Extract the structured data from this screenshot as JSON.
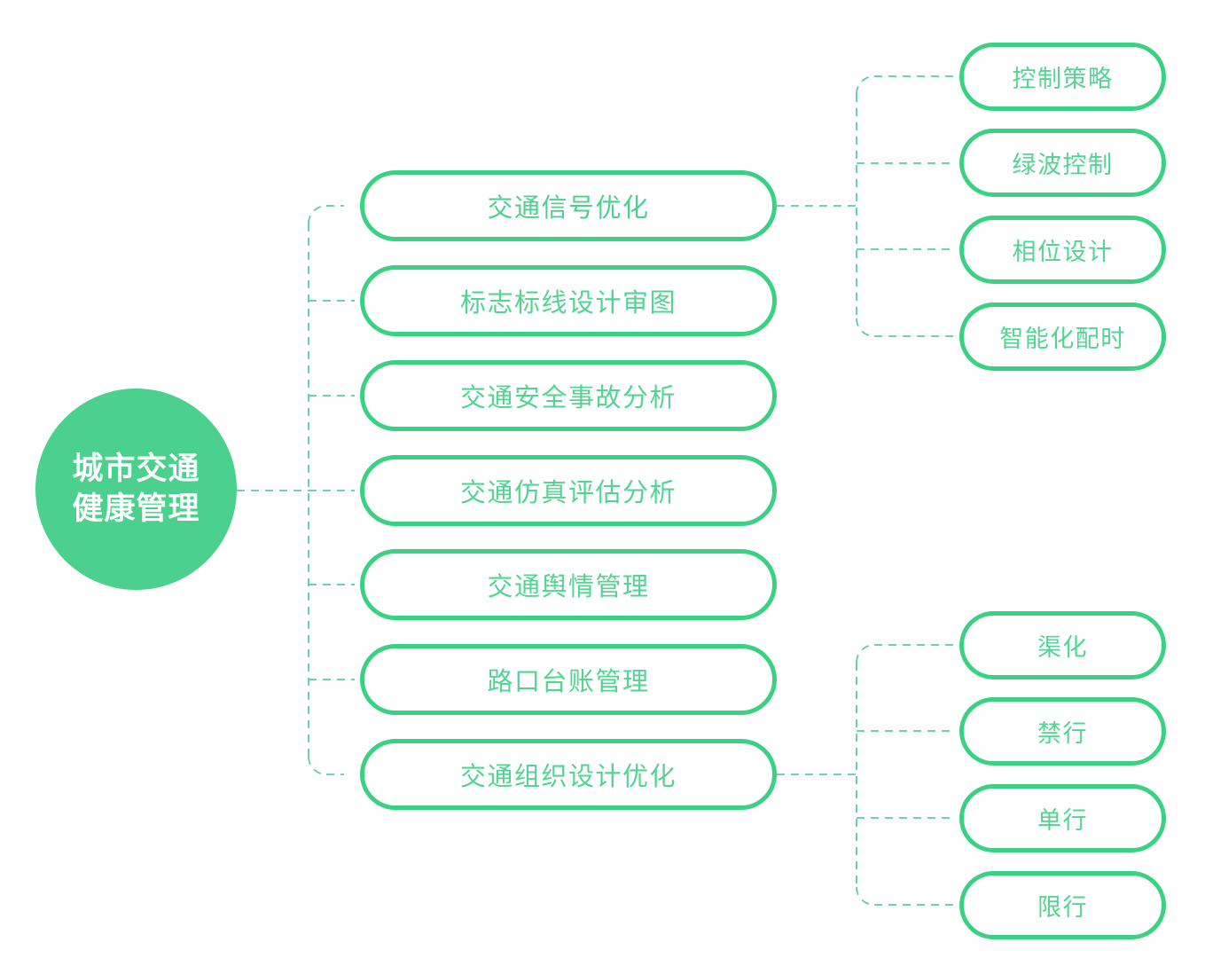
{
  "diagram": {
    "title": "城市交通健康管理",
    "colors": {
      "brand_green": "#3bd185",
      "hub_fill": "#4bd18d",
      "pill_text": "#54d494",
      "connector": "#5fcba4",
      "background": "#ffffff"
    },
    "hub": {
      "label_lines": [
        "城市交通",
        "健康管理"
      ],
      "line1": "城市交通",
      "line2": "健康管理"
    },
    "primary_nodes": [
      {
        "label": "交通信号优化",
        "has_children": true
      },
      {
        "label": "标志标线设计审图",
        "has_children": false
      },
      {
        "label": "交通安全事故分析",
        "has_children": false
      },
      {
        "label": "交通仿真评估分析",
        "has_children": false
      },
      {
        "label": "交通舆情管理",
        "has_children": false
      },
      {
        "label": "路口台账管理",
        "has_children": false
      },
      {
        "label": "交通组织设计优化",
        "has_children": true
      }
    ],
    "branch_signal_children": [
      {
        "label": "控制策略"
      },
      {
        "label": "绿波控制"
      },
      {
        "label": "相位设计"
      },
      {
        "label": "智能化配时"
      }
    ],
    "branch_organization_children": [
      {
        "label": "渠化"
      },
      {
        "label": "禁行"
      },
      {
        "label": "单行"
      },
      {
        "label": "限行"
      }
    ]
  }
}
